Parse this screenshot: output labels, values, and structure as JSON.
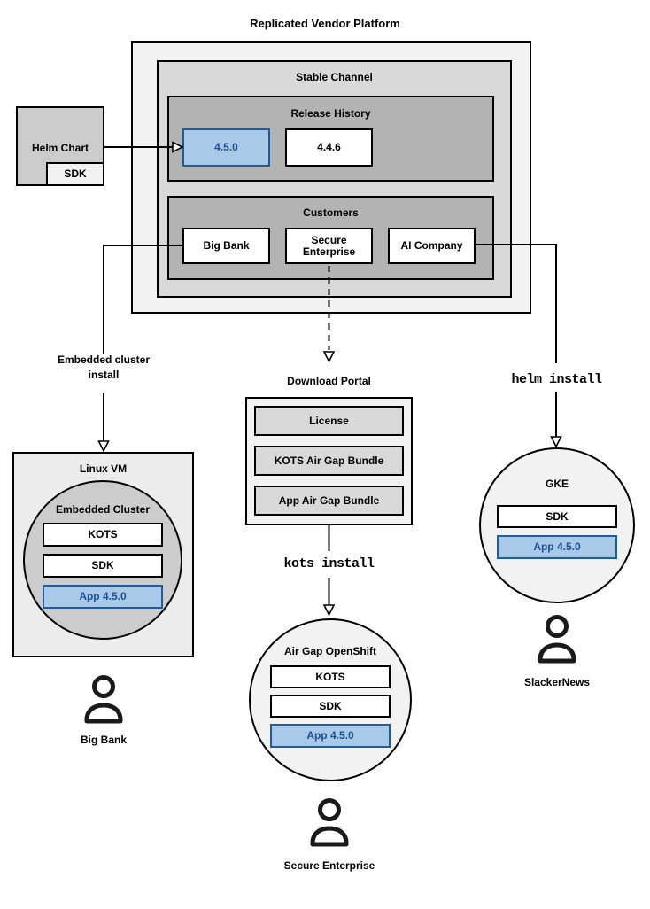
{
  "title": "Replicated Vendor Platform",
  "platform": {
    "stable_channel_label": "Stable Channel",
    "release_history": {
      "label": "Release History",
      "releases": [
        "4.5.0",
        "4.4.6"
      ]
    },
    "customers": {
      "label": "Customers",
      "items": [
        "Big Bank",
        "Secure Enterprise",
        "AI Company"
      ]
    }
  },
  "helm_chart": {
    "label": "Helm Chart",
    "sdk": "SDK"
  },
  "flows": {
    "embedded_install_label": "Embedded cluster install",
    "helm_install_label": "helm install",
    "kots_install_label": "kots install"
  },
  "download_portal": {
    "title": "Download Portal",
    "items": [
      "License",
      "KOTS Air Gap Bundle",
      "App Air Gap Bundle"
    ]
  },
  "linux_vm": {
    "title": "Linux VM",
    "embedded_cluster": {
      "title": "Embedded Cluster",
      "items": [
        "KOTS",
        "SDK"
      ],
      "app": "App 4.5.0"
    },
    "user": "Big Bank"
  },
  "openshift": {
    "title": "Air Gap OpenShift",
    "items": [
      "KOTS",
      "SDK"
    ],
    "app": "App 4.5.0",
    "user": "Secure Enterprise"
  },
  "gke": {
    "title": "GKE",
    "items": [
      "SDK"
    ],
    "app": "App 4.5.0",
    "user": "SlackerNews"
  },
  "colors": {
    "accent_fill": "#a9c9e9",
    "accent_border": "#1f5c9e",
    "accent_text": "#1b5296",
    "panel_light": "#f2f2f2",
    "panel_mid": "#d9d9d9",
    "panel_dark": "#b3b3b3",
    "helm_fill": "#cccccc",
    "vm_fill": "#ececec",
    "circle_dark": "#cccccc",
    "line_color": "#000000"
  }
}
